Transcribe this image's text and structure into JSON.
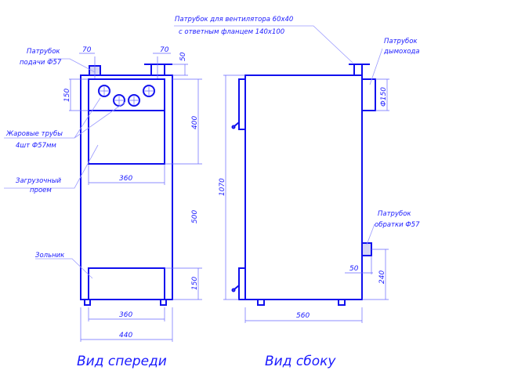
{
  "labels": {
    "fan_pipe_line1": "Патрубок для вентилятора 60x40",
    "fan_pipe_line2": "с ответным фланцем 140x100",
    "supply_line1": "Патрубок",
    "supply_line2": "подачи Ф57",
    "chimney_line1": "Патрубок",
    "chimney_line2": "дымохода",
    "fire_tubes_line1": "Жаровые трубы",
    "fire_tubes_line2": "4шт Ф57мм",
    "loading_line1": "Загрузочный",
    "loading_line2": "проем",
    "ashpit": "Зольник",
    "return_line1": "Патрубок",
    "return_line2": "обратки Ф57"
  },
  "dimensions": {
    "supply_offset": "70",
    "fan_offset": "70",
    "fan_height": "50",
    "top_panel": "150",
    "door_height": "400",
    "door_width": "360",
    "middle": "500",
    "ash_height": "150",
    "ash_width": "360",
    "total_width": "440",
    "total_height": "1070",
    "chimney_dia": "Ф150",
    "return_offset": "50",
    "return_height": "240",
    "depth": "560"
  },
  "titles": {
    "front": "Вид спереди",
    "side": "Вид сбоку"
  }
}
